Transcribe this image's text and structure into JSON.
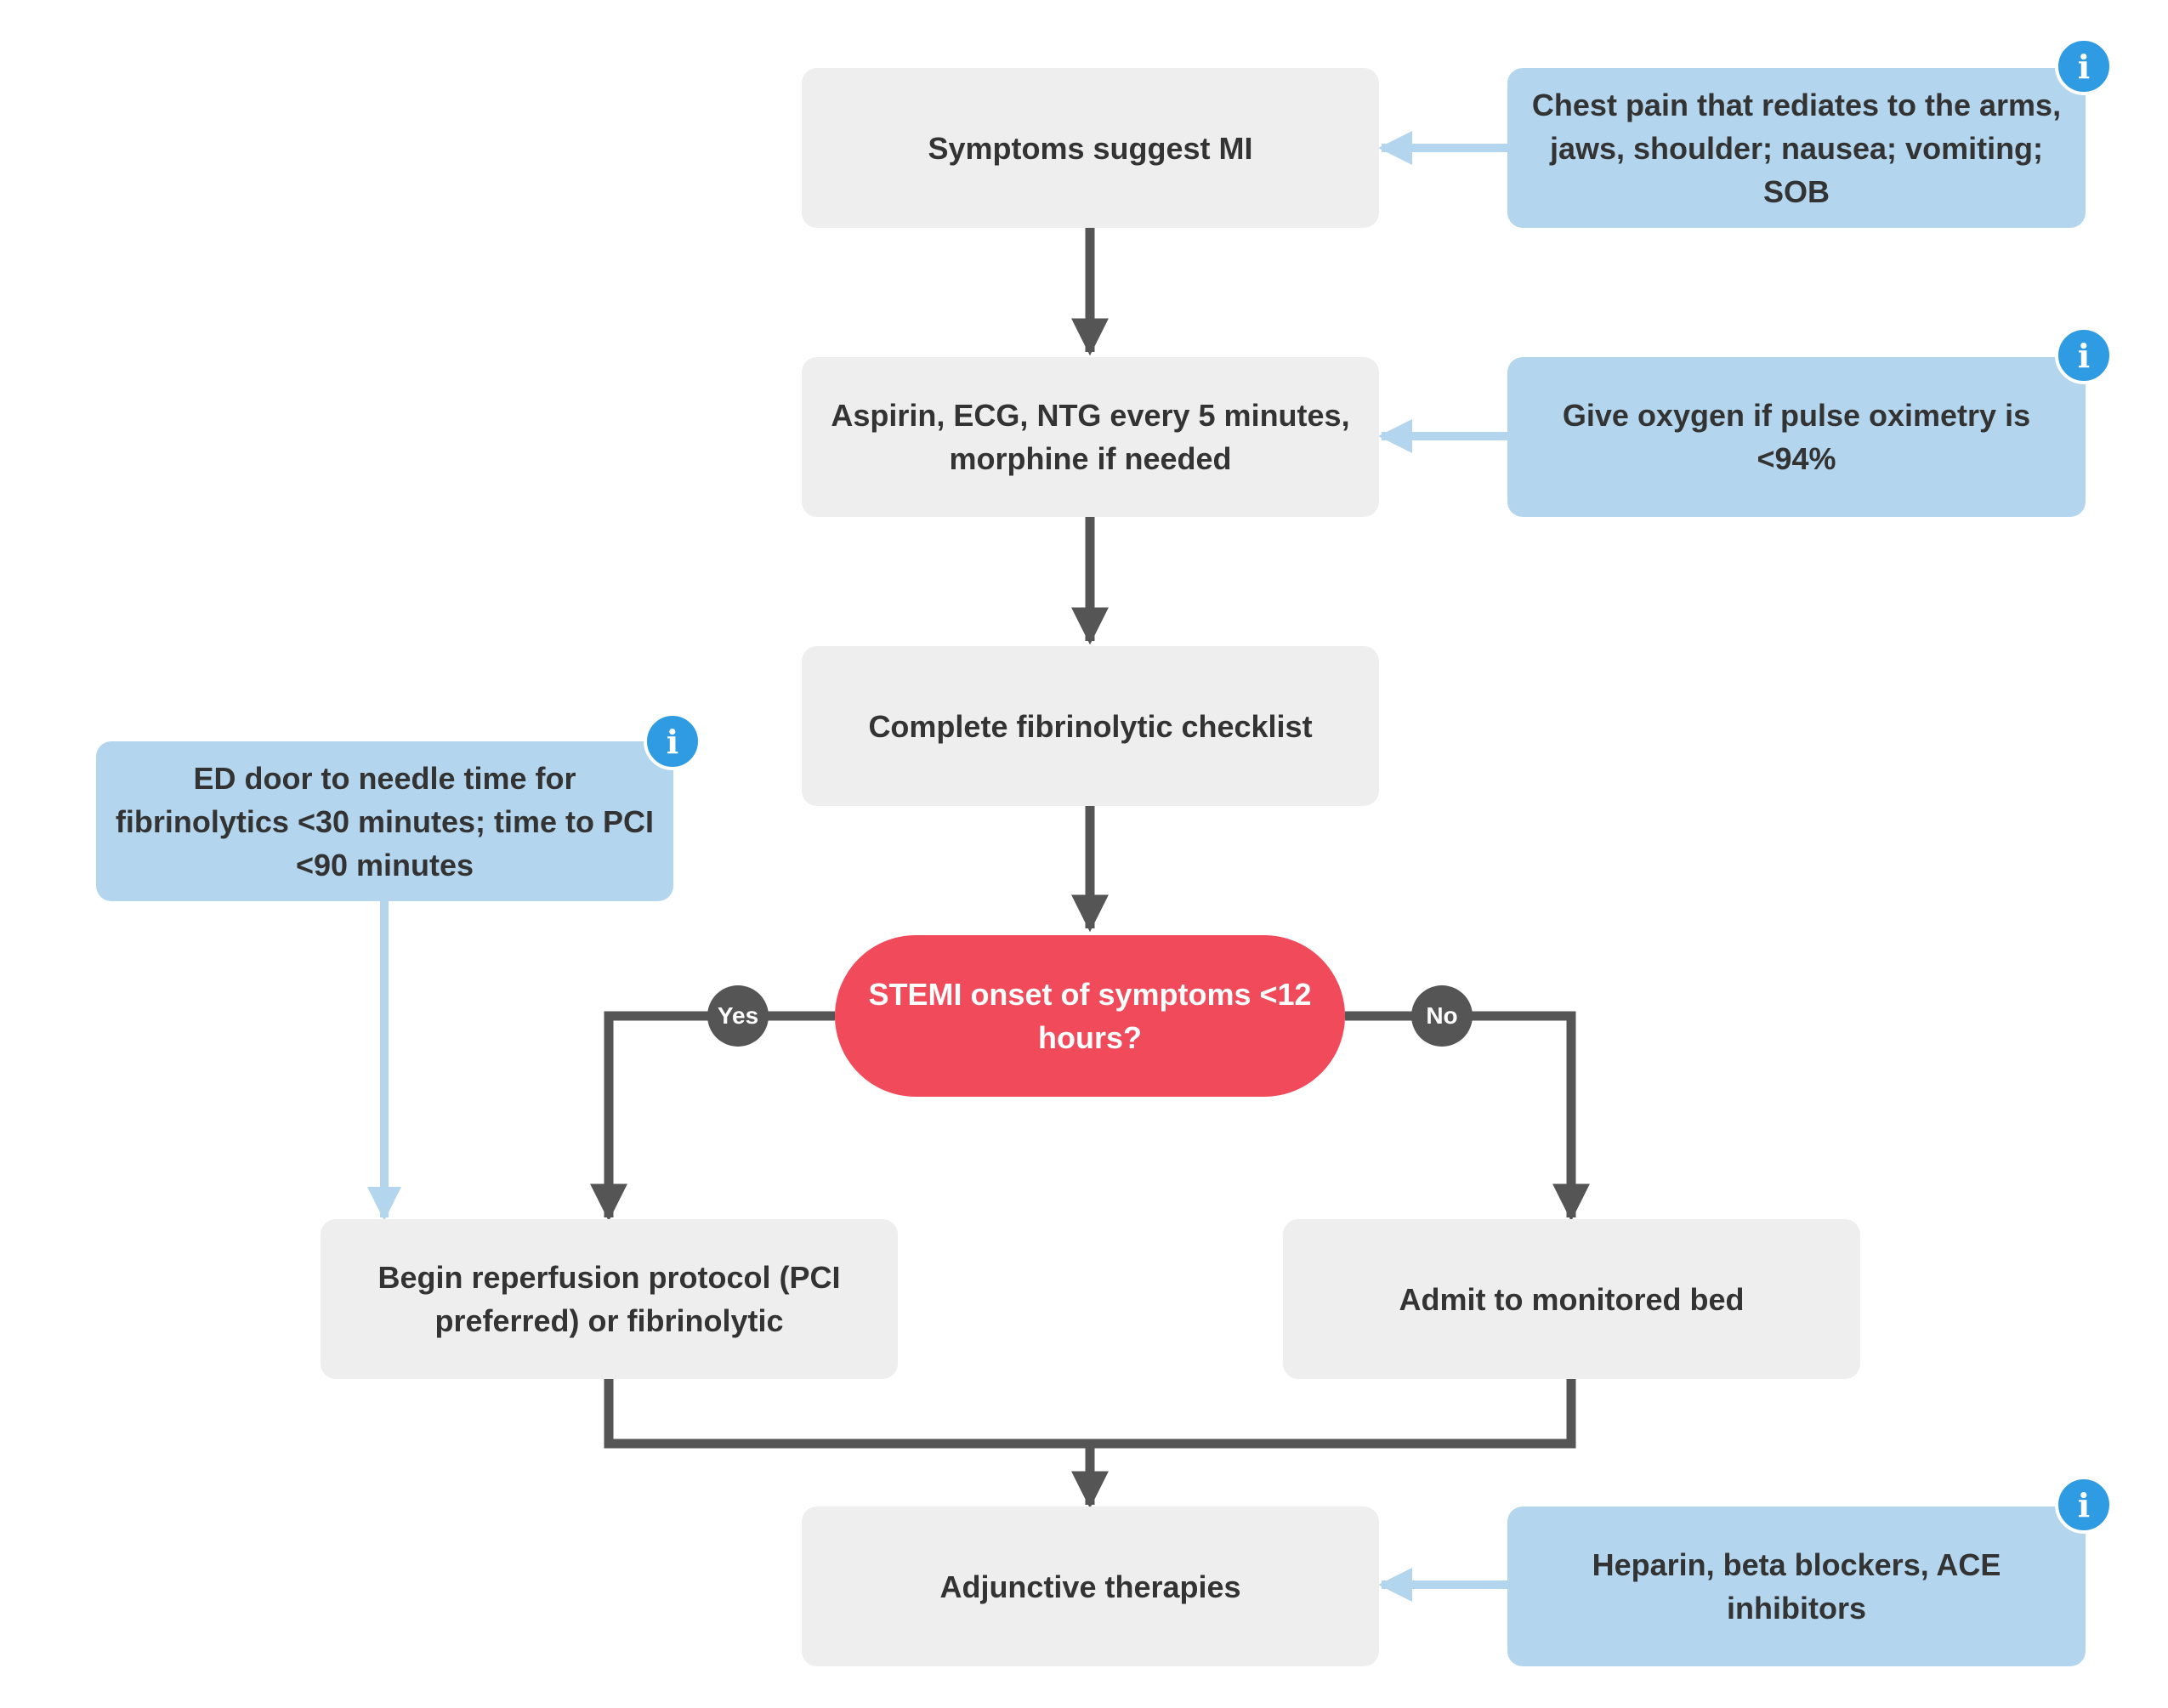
{
  "steps": {
    "symptoms": "Symptoms suggest MI",
    "aspirin": "Aspirin, ECG, NTG every 5 minutes, morphine if needed",
    "checklist": "Complete fibrinolytic checklist",
    "reperfusion": "Begin reperfusion protocol (PCI preferred) or fibrinolytic",
    "admit": "Admit to monitored bed",
    "adjunctive": "Adjunctive therapies"
  },
  "decision": {
    "question": "STEMI onset of symptoms <12 hours?",
    "yes_label": "Yes",
    "no_label": "No"
  },
  "notes": {
    "chest_pain": "Chest pain that rediates to the arms, jaws, shoulder; nausea; vomiting; SOB",
    "oxygen": "Give oxygen if pulse oximetry is <94%",
    "door_to_needle": "ED door to needle time for fibrinolytics <30 minutes; time to PCI <90 minutes",
    "heparin": "Heparin, beta blockers, ACE inhibitors"
  },
  "info_icon": {
    "glyph": "i",
    "name": "info-icon"
  },
  "colors": {
    "step_box": "#eeeeee",
    "note_box": "#b3d6ee",
    "decision": "#f04a5b",
    "info_badge": "#2f9be2",
    "connector": "#555555",
    "note_connector": "#b3d6ee",
    "text": "#333333"
  }
}
